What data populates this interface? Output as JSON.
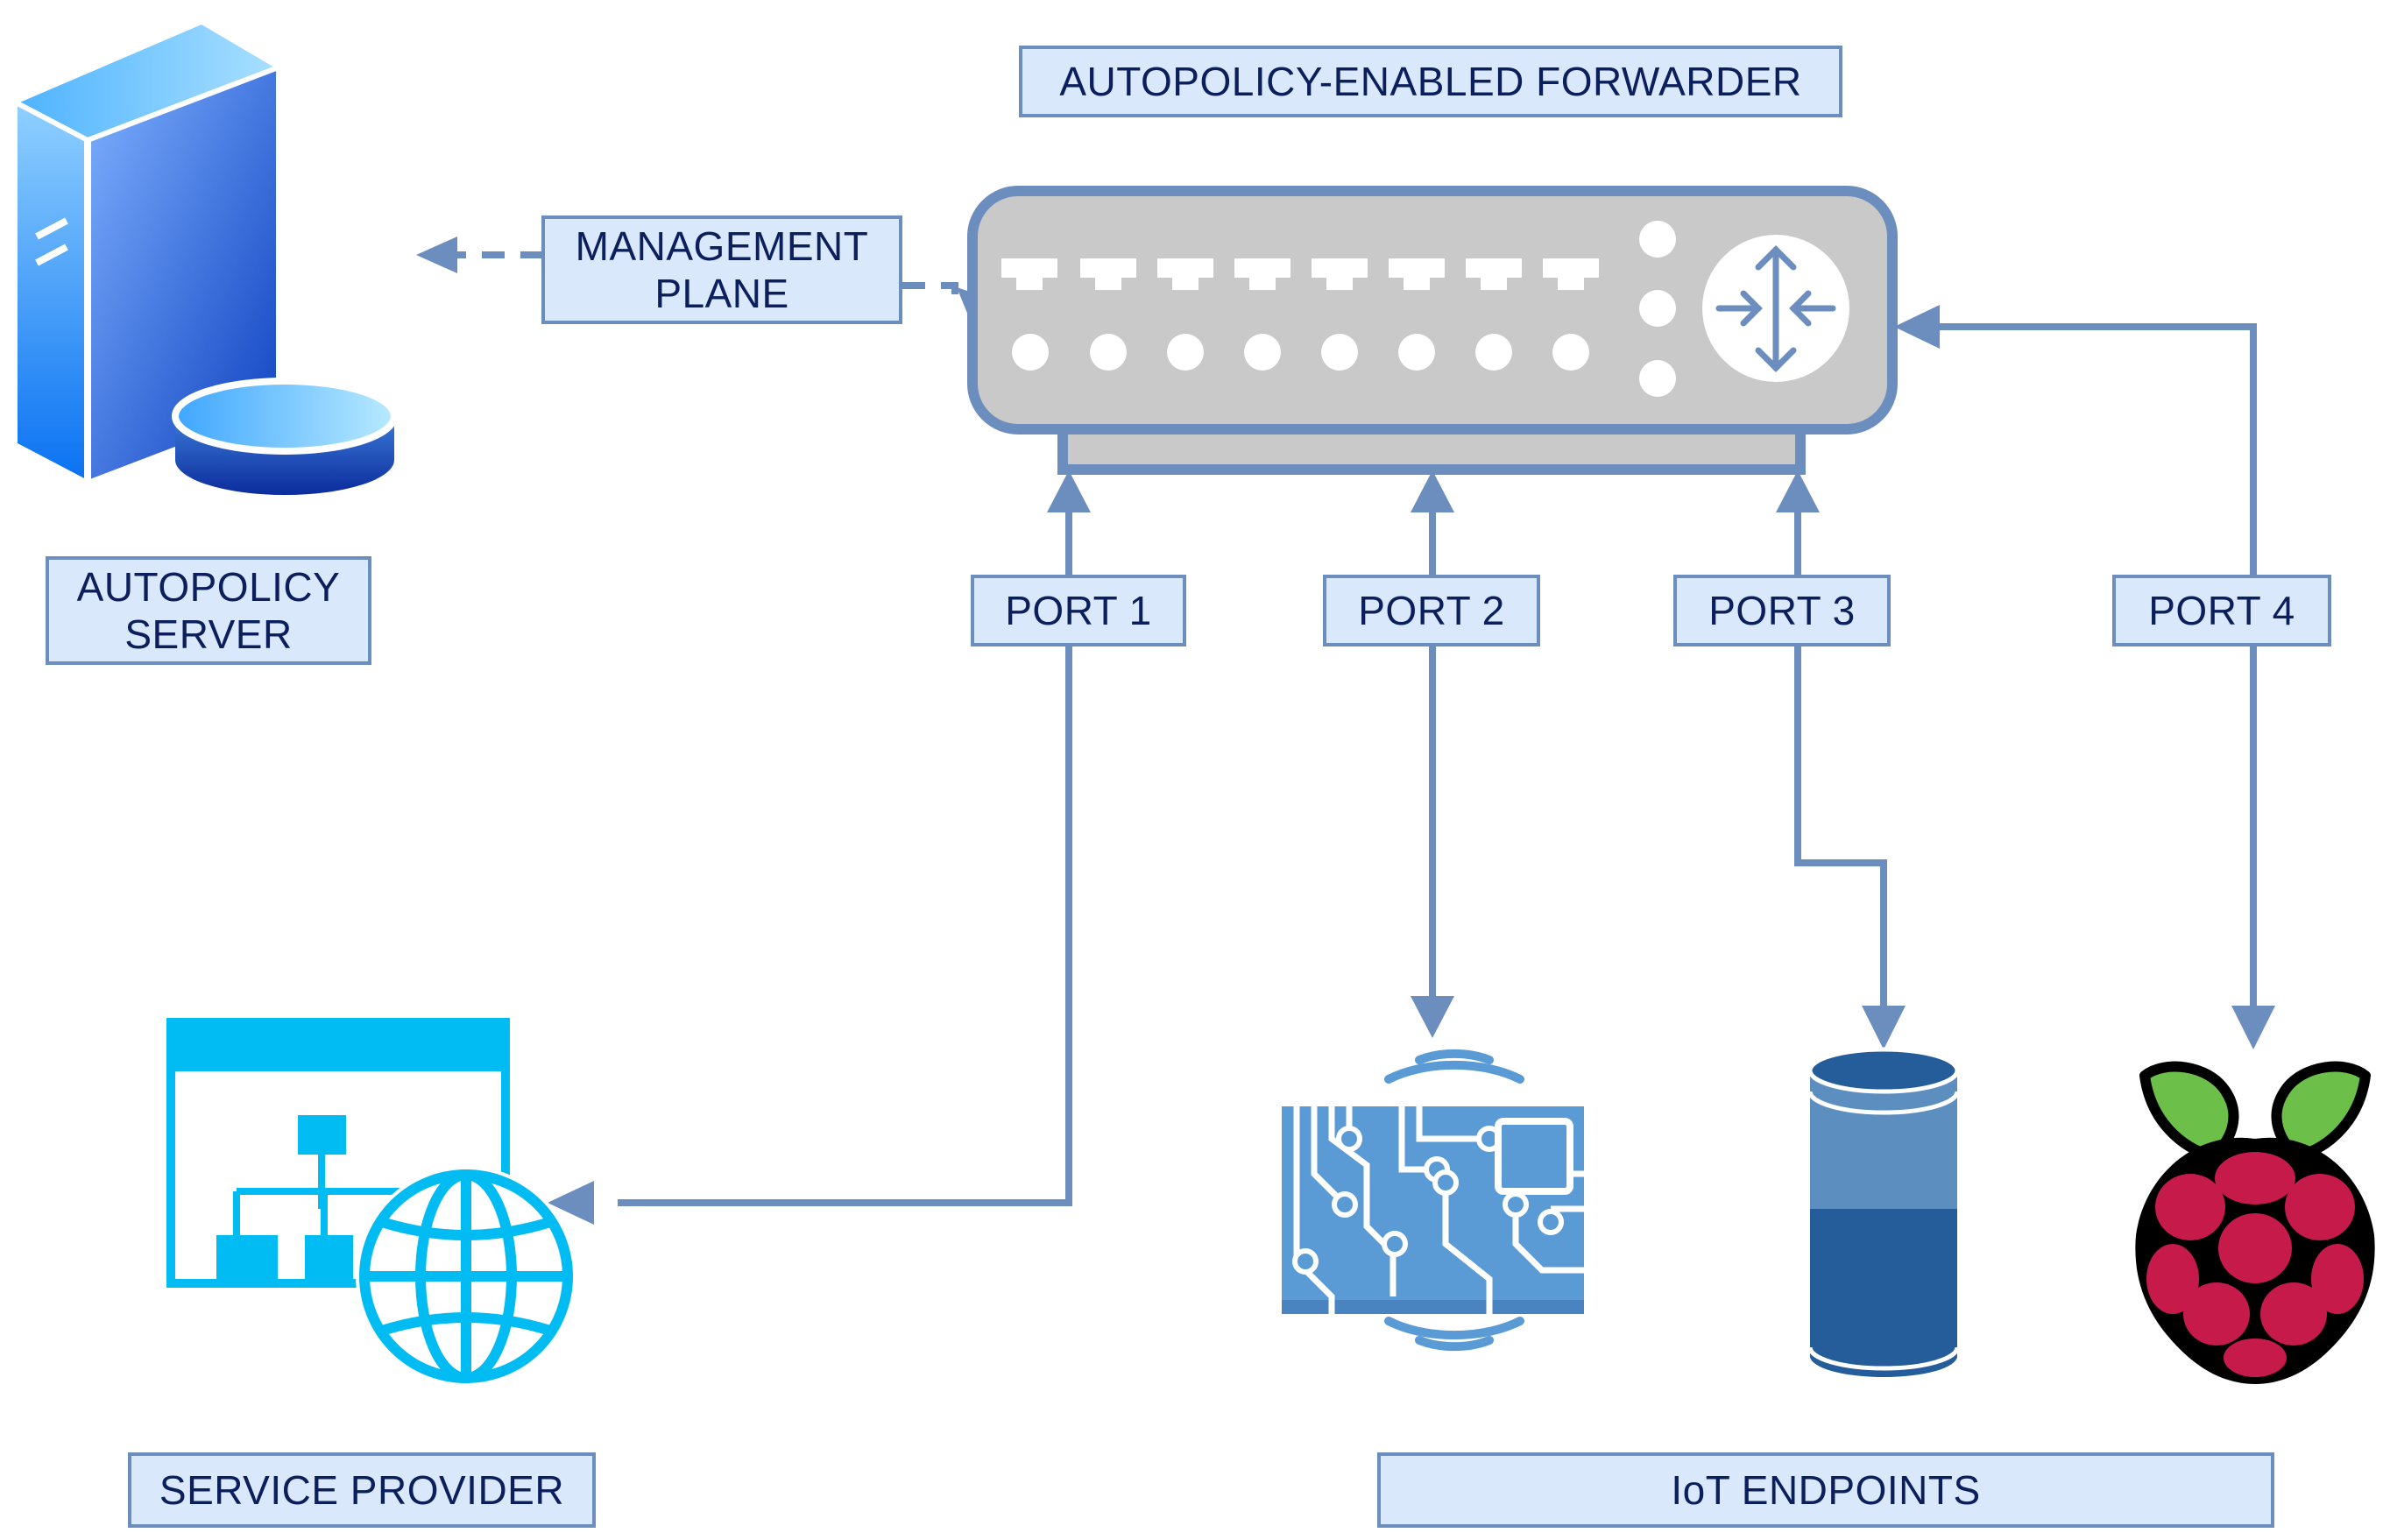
{
  "labels": {
    "forwarder": "AUTOPOLICY-ENABLED FORWARDER",
    "management_line1": "MANAGEMENT",
    "management_line2": "PLANE",
    "server_line1": "AUTOPOLICY",
    "server_line2": "SERVER",
    "port1": "PORT 1",
    "port2": "PORT 2",
    "port3": "PORT 3",
    "port4": "PORT 4",
    "service_provider": "SERVICE PROVIDER",
    "iot_endpoints": "IoT ENDPOINTS"
  },
  "colors": {
    "connector": "#6c8ebf",
    "label_fill": "#dae8fc",
    "label_text": "#0a1f5c",
    "switch_body": "#c9c9c9",
    "server_blue": "#1a7cf0",
    "sp_cyan": "#00bcf2",
    "board_blue": "#5a9bd5",
    "db_blue": "#2a5fa0",
    "berry_red": "#c51a4a",
    "leaf_green": "#6cc04a"
  },
  "icons": [
    "server-icon",
    "router-switch-icon",
    "service-provider-icon",
    "iot-board-icon",
    "database-icon",
    "raspberry-pi-icon"
  ]
}
